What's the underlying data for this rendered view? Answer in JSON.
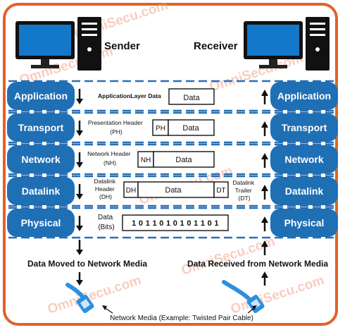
{
  "sender": {
    "label": "Sender"
  },
  "receiver": {
    "label": "Receiver"
  },
  "layers": [
    {
      "name": "Application"
    },
    {
      "name": "Transport"
    },
    {
      "name": "Network"
    },
    {
      "name": "Datalink"
    },
    {
      "name": "Physical"
    }
  ],
  "sender_side": {
    "application": {
      "label": "Application",
      "label_suffix": "Layer Data",
      "box": "Data"
    },
    "transport": {
      "label_line1": "Presentation Header",
      "label_line2": "(PH)",
      "header": "PH",
      "box": "Data"
    },
    "network": {
      "label_line1": "Network Header",
      "label_line2": "(NH)",
      "header": "NH",
      "box": "Data"
    },
    "datalink": {
      "label_line1": "Datalink",
      "label_line2": "Header",
      "label_line3": "(DH)",
      "header": "DH",
      "box": "Data",
      "trailer": "DT"
    },
    "physical": {
      "label_line1": "Data",
      "label_line2": "(Bits)",
      "bits": "1 0 1 1 0 1 0 1 0 1 1 0 1"
    }
  },
  "receiver_side": {
    "datalink_trailer": {
      "line1": "Datalink",
      "line2": "Trailer",
      "line3": "(DT)"
    }
  },
  "bottom": {
    "sent": "Data Moved to Network Media",
    "received": "Data Received from Network Media",
    "media": "Network Media (Example: Twisted Pair Cable)"
  },
  "watermark": "OmniSecu.com",
  "colors": {
    "border": "#e0622a",
    "layer_blue": "#1f6fb5",
    "dash": "#2a6fb7",
    "monitor": "#1378c9",
    "cable": "#2d8fe0",
    "watermark": "#f0a58a"
  }
}
